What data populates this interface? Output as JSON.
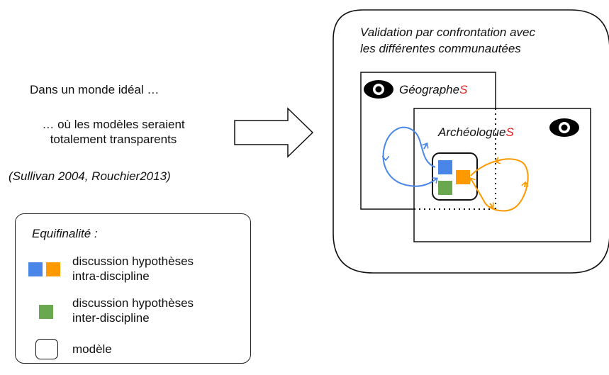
{
  "left_text": {
    "line1": "Dans un monde idéal …",
    "line2": "… où les modèles seraient",
    "line3": "totalement transparents",
    "citation": "(Sullivan 2004, Rouchier2013)"
  },
  "validation_box": {
    "title_line1": "Validation par confrontation avec",
    "title_line2": "les différentes communautées"
  },
  "geographe": {
    "label": "Géographe",
    "suffix": "S"
  },
  "archeologue": {
    "label": "Archéologue",
    "suffix": "S"
  },
  "legend": {
    "title": "Equifinalité :",
    "item1_line1": "discussion hypothèses",
    "item1_line2": "intra-discipline",
    "item2_line1": "discussion hypothèses",
    "item2_line2": "inter-discipline",
    "item3": "modèle"
  },
  "colors": {
    "blue": "#4a86e8",
    "orange": "#ff9900",
    "green": "#6aa84f",
    "accent_red": "#e41a1c"
  },
  "icons": [
    "eye-icon",
    "right-arrow"
  ]
}
